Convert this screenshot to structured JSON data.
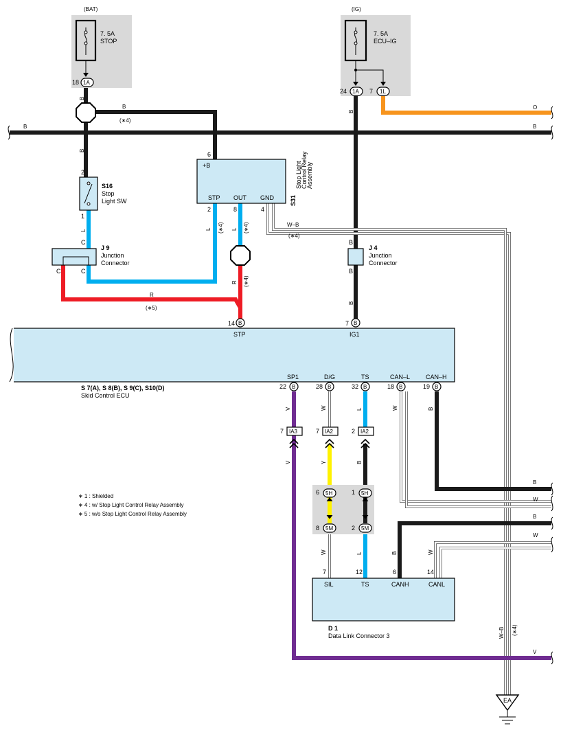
{
  "colors": {
    "B": "#1a1a1a",
    "L": "#00aeef",
    "R": "#ee1c25",
    "O": "#f7941d",
    "V": "#6f2c91",
    "Y": "#fff200",
    "W": "#ffffff",
    "component_fill": "#cde9f5",
    "fuse_box_fill": "#d9d9d9"
  },
  "fuses": [
    {
      "source": "(BAT)",
      "rating": "7. 5A",
      "name": "STOP",
      "pin": "18",
      "connector": "1A"
    },
    {
      "source": "(IG)",
      "rating": "7. 5A",
      "name": "ECU–IG",
      "pins": [
        {
          "pin": "24",
          "connector": "1A"
        },
        {
          "pin": "7",
          "connector": "1L"
        }
      ]
    }
  ],
  "components": {
    "s16": {
      "code": "S16",
      "name_line1": "Stop",
      "name_line2": "Light SW",
      "pin_top": "2",
      "pin_bottom": "1"
    },
    "s31": {
      "code": "S31",
      "name_line1": "Stop Light",
      "name_line2": "Control Relay",
      "name_line3": "Assembly",
      "terminal_b": "+B",
      "terminal_stp": "STP",
      "terminal_out": "OUT",
      "terminal_gnd": "GND",
      "pin_b": "6",
      "pin_stp": "2",
      "pin_out": "8",
      "pin_gnd": "4"
    },
    "j9": {
      "code": "J 9",
      "name_line1": "Junction",
      "name_line2": "Connector",
      "term_c1": "C",
      "term_c2": "C",
      "term_c3": "C"
    },
    "j4": {
      "code": "J 4",
      "name_line1": "Junction",
      "name_line2": "Connector",
      "term_b1": "B",
      "term_b2": "B"
    },
    "ecu": {
      "code": "S 7(A), S 8(B), S 9(C), S10(D)",
      "name": "Skid Control ECU",
      "top_pins": [
        {
          "pin": "14",
          "conn": "B",
          "terminal": "STP"
        },
        {
          "pin": "7",
          "conn": "B",
          "terminal": "IG1"
        }
      ],
      "bottom_pins": [
        {
          "pin": "22",
          "conn": "B",
          "terminal": "SP1"
        },
        {
          "pin": "28",
          "conn": "B",
          "terminal": "D/G"
        },
        {
          "pin": "32",
          "conn": "B",
          "terminal": "TS"
        },
        {
          "pin": "18",
          "conn": "B",
          "terminal": "CAN–L"
        },
        {
          "pin": "19",
          "conn": "B",
          "terminal": "CAN–H"
        }
      ]
    },
    "d1": {
      "code": "D 1",
      "name": "Data Link Connector 3",
      "terminals": [
        {
          "pin": "7",
          "terminal": "SIL"
        },
        {
          "pin": "12",
          "terminal": "TS"
        },
        {
          "pin": "6",
          "terminal": "CANH"
        },
        {
          "pin": "14",
          "terminal": "CANL"
        }
      ]
    }
  },
  "connectors": {
    "ia3": {
      "pin": "7",
      "name": "IA3"
    },
    "ia2a": {
      "pin": "7",
      "name": "IA2"
    },
    "ia2b": {
      "pin": "2",
      "name": "IA2"
    },
    "h5a": {
      "pin": "6",
      "name": "5H"
    },
    "h5b": {
      "pin": "1",
      "name": "5H"
    },
    "m5a": {
      "pin": "8",
      "name": "5M"
    },
    "m5b": {
      "pin": "2",
      "name": "5M"
    }
  },
  "wire_labels": {
    "b": "B",
    "l": "L",
    "r": "R",
    "o": "O",
    "v": "V",
    "y": "Y",
    "w": "W",
    "wb": "W–B"
  },
  "notes": {
    "n4": "(∗4)",
    "n5": "(∗5)"
  },
  "ground": {
    "label": "EA"
  },
  "legend": [
    "∗ 1 : Shielded",
    "∗ 4 : w/ Stop Light Control Relay Assembly",
    "∗ 5 : w/o Stop Light Control Relay Assembly"
  ]
}
